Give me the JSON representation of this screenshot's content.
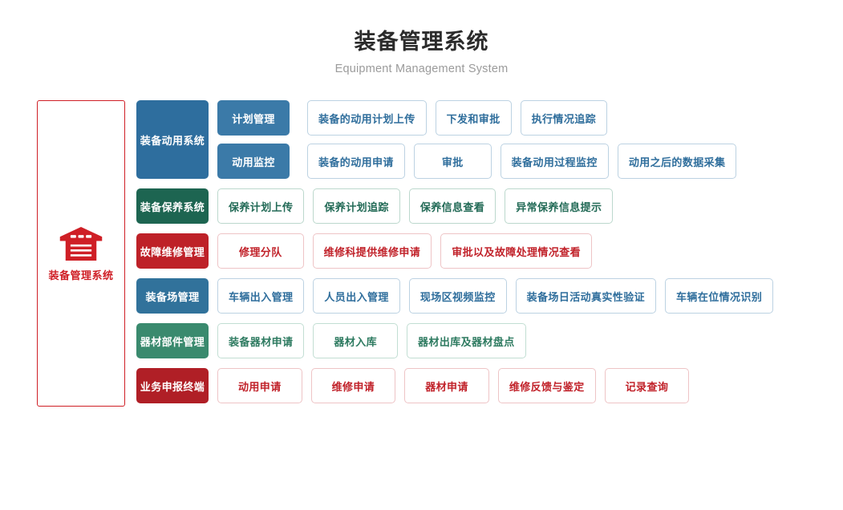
{
  "header": {
    "title": "装备管理系统",
    "subtitle": "Equipment Management System"
  },
  "left_panel": {
    "icon": "warehouse-icon",
    "label": "装备管理系统",
    "border_color": "#cf1f26",
    "text_color": "#cf1f26"
  },
  "rows": [
    {
      "category": "装备动用系统",
      "theme": "blue",
      "accent": "#2e6e9e",
      "groups": [
        {
          "sub": "计划管理",
          "leaves": [
            "装备的动用计划上传",
            "下发和审批",
            "执行情况追踪"
          ]
        },
        {
          "sub": "动用监控",
          "leaves": [
            "装备的动用申请",
            "审批",
            "装备动用过程监控",
            "动用之后的数据采集"
          ]
        }
      ]
    },
    {
      "category": "装备保养系统",
      "theme": "green",
      "accent": "#1d6551",
      "leaves": [
        "保养计划上传",
        "保养计划追踪",
        "保养信息查看",
        "异常保养信息提示"
      ]
    },
    {
      "category": "故障维修管理",
      "theme": "red",
      "accent": "#be2128",
      "leaves": [
        "修理分队",
        "维修科提供维修申请",
        "审批以及故障处理情况查看"
      ]
    },
    {
      "category": "装备场管理",
      "theme": "blue2",
      "accent": "#31729b",
      "leaves": [
        "车辆出入管理",
        "人员出入管理",
        "现场区视频监控",
        "装备场日活动真实性验证",
        "车辆在位情况识别"
      ]
    },
    {
      "category": "器材部件管理",
      "theme": "green2",
      "accent": "#3a8a6e",
      "leaves": [
        "装备器材申请",
        "器材入库",
        "器材出库及器材盘点"
      ]
    },
    {
      "category": "业务申报终端",
      "theme": "red2",
      "accent": "#b01f26",
      "leaves": [
        "动用申请",
        "维修申请",
        "器材申请",
        "维修反馈与鉴定",
        "记录查询"
      ]
    }
  ]
}
